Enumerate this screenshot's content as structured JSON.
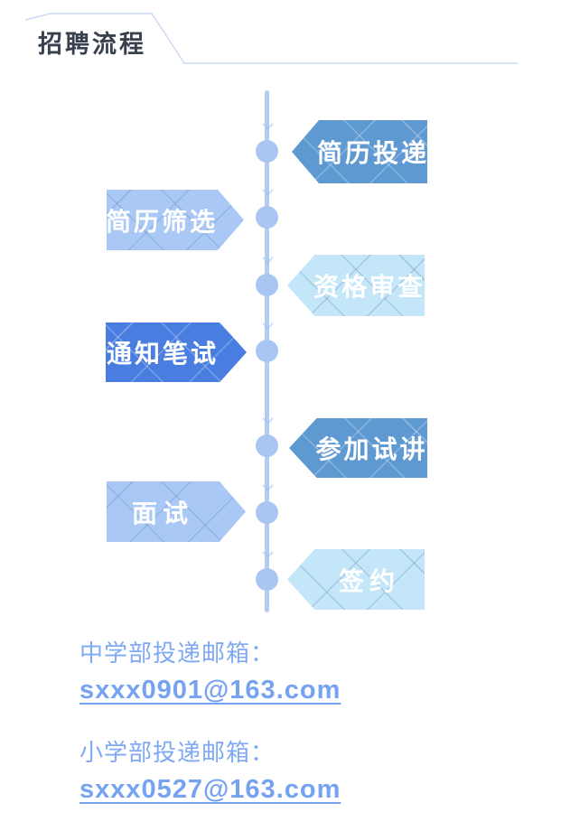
{
  "header": {
    "title": "招聘流程"
  },
  "flow": {
    "steps": [
      {
        "label": "简历投递",
        "side": "right",
        "color": "#5f99d2",
        "pattern": "dark"
      },
      {
        "label": "简历筛选",
        "side": "left",
        "color": "#a9c8f5",
        "pattern": "light"
      },
      {
        "label": "资格审查",
        "side": "right",
        "color": "#c3e6f8",
        "pattern": "light"
      },
      {
        "label": "通知笔试",
        "side": "left",
        "color": "#4a7de0",
        "pattern": "dark"
      },
      {
        "label": "参加试讲",
        "side": "right",
        "color": "#5f99d2",
        "pattern": "dark"
      },
      {
        "label": "面试",
        "side": "left",
        "color": "#a9c8f5",
        "pattern": "light"
      },
      {
        "label": "签约",
        "side": "right",
        "color": "#c3e6f8",
        "pattern": "light"
      }
    ],
    "timeline_color": "#b3ccf2",
    "node_color": "#a9c6f2"
  },
  "contacts": [
    {
      "label": "中学部投递邮箱：",
      "email": "sxxx0901@163.com"
    },
    {
      "label": "小学部投递邮箱：",
      "email": "sxxx0527@163.com"
    }
  ],
  "accent_text_color": "#7fa9f3",
  "title_color": "#3a414e"
}
